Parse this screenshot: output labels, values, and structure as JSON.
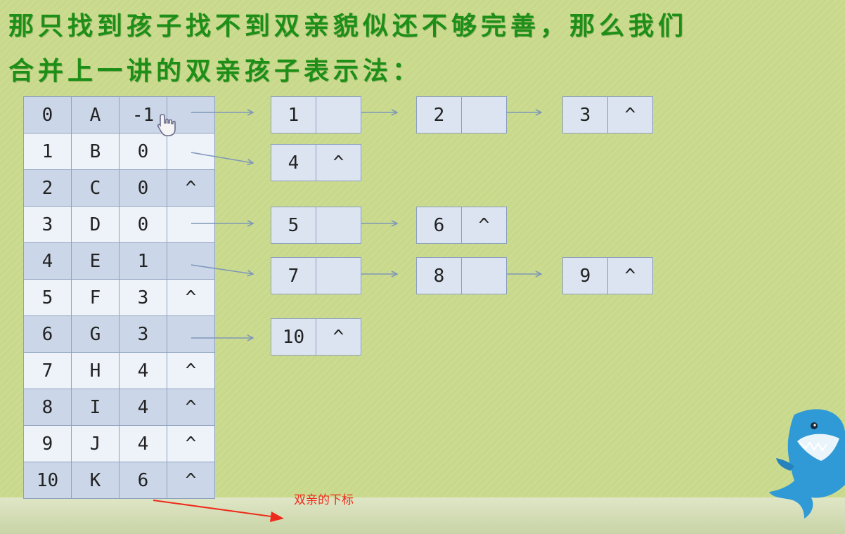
{
  "title_lines": [
    "那只找到孩子找不到双亲貌似还不够完善，那么我们",
    "合并上一讲的双亲孩子表示法："
  ],
  "table_rows": [
    {
      "index": "0",
      "data": "A",
      "parent": "-1",
      "child": ""
    },
    {
      "index": "1",
      "data": "B",
      "parent": "0",
      "child": ""
    },
    {
      "index": "2",
      "data": "C",
      "parent": "0",
      "child": "^"
    },
    {
      "index": "3",
      "data": "D",
      "parent": "0",
      "child": ""
    },
    {
      "index": "4",
      "data": "E",
      "parent": "1",
      "child": ""
    },
    {
      "index": "5",
      "data": "F",
      "parent": "3",
      "child": "^"
    },
    {
      "index": "6",
      "data": "G",
      "parent": "3",
      "child": ""
    },
    {
      "index": "7",
      "data": "H",
      "parent": "4",
      "child": "^"
    },
    {
      "index": "8",
      "data": "I",
      "parent": "4",
      "child": "^"
    },
    {
      "index": "9",
      "data": "J",
      "parent": "4",
      "child": "^"
    },
    {
      "index": "10",
      "data": "K",
      "parent": "6",
      "child": "^"
    }
  ],
  "child_nodes": [
    {
      "value": "1",
      "next": ""
    },
    {
      "value": "2",
      "next": ""
    },
    {
      "value": "3",
      "next": "^"
    },
    {
      "value": "4",
      "next": "^"
    },
    {
      "value": "5",
      "next": ""
    },
    {
      "value": "6",
      "next": "^"
    },
    {
      "value": "7",
      "next": ""
    },
    {
      "value": "8",
      "next": ""
    },
    {
      "value": "9",
      "next": "^"
    },
    {
      "value": "10",
      "next": "^"
    }
  ],
  "annotation": "双亲的下标",
  "colors": {
    "title": "#1d8f16",
    "annotation": "#ee2a1a",
    "arrow": "#7f97b8",
    "cell_dark": "#cbd7e8",
    "cell_light": "#eef2f9",
    "node_fill": "#dbe4f0",
    "background": "#c9d98c"
  },
  "icons": [
    "hand-pointer-cursor-icon",
    "shark-mascot-icon"
  ]
}
